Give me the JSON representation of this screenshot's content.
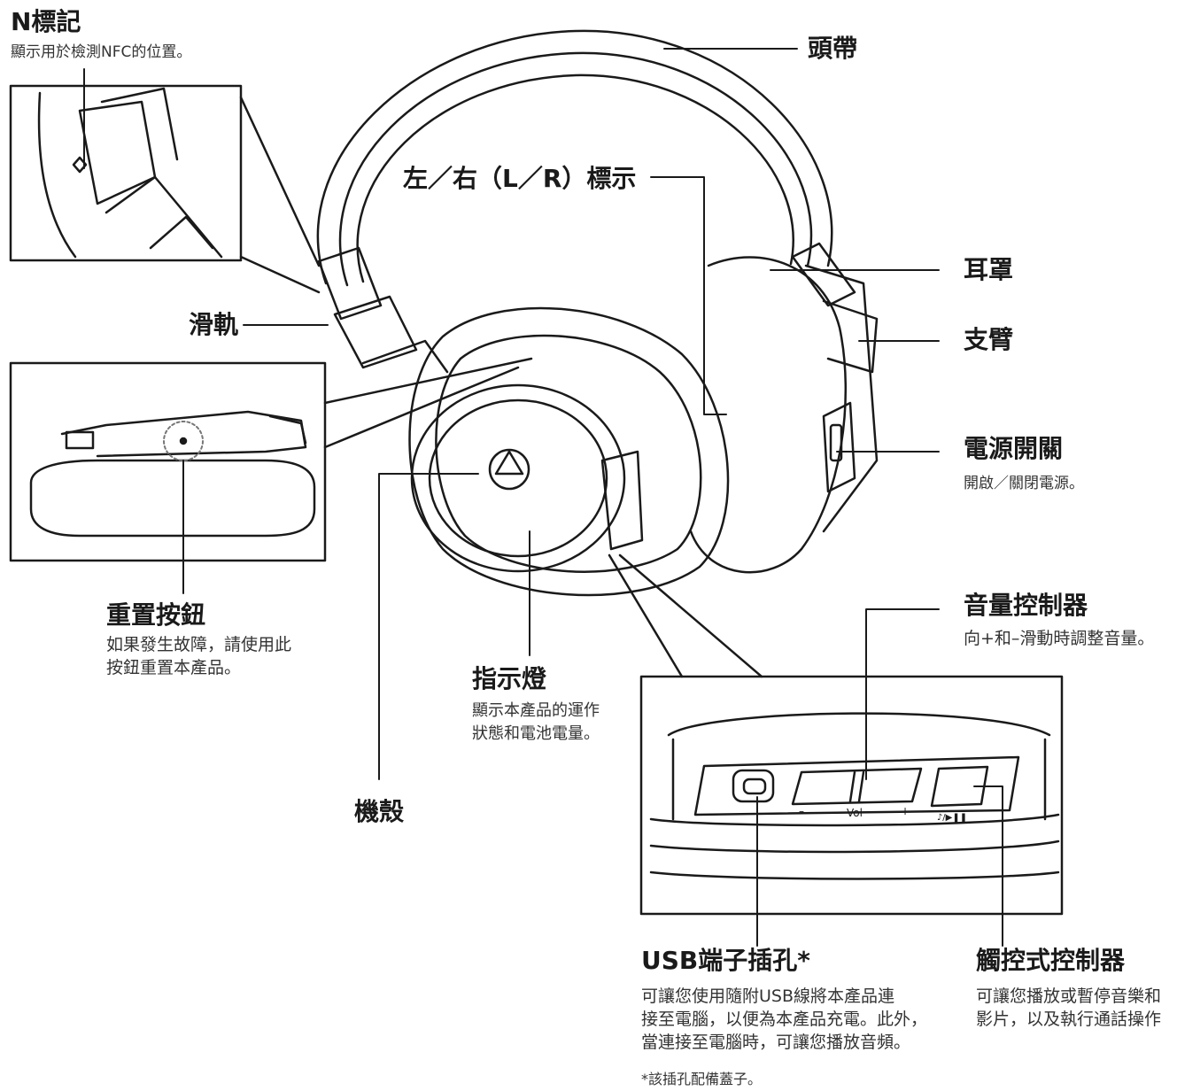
{
  "labels": {
    "n_mark": {
      "title": "N標記",
      "desc": "顯示用於檢測NFC的位置。"
    },
    "headband": {
      "title": "頭帶"
    },
    "lr_indicator": {
      "title": "左／右（L／R）標示"
    },
    "ear_pad": {
      "title": "耳罩"
    },
    "slider": {
      "title": "滑軌"
    },
    "arm": {
      "title": "支臂"
    },
    "power_switch": {
      "title": "電源開關",
      "desc": "開啟／關閉電源。"
    },
    "reset_button": {
      "title": "重置按鈕",
      "desc_lines": [
        "如果發生故障，請使用此",
        "按鈕重置本產品。"
      ]
    },
    "indicator": {
      "title": "指示燈",
      "desc_lines": [
        "顯示本產品的運作",
        "狀態和電池電量。"
      ]
    },
    "volume_control": {
      "title": "音量控制器",
      "desc": "向+和–滑動時調整音量。"
    },
    "housing": {
      "title": "機殼"
    },
    "usb_port": {
      "title": "USB端子插孔*",
      "desc_lines": [
        "可讓您使用隨附USB線將本產品連",
        "接至電腦，以便為本產品充電。此外，",
        "當連接至電腦時，可讓您播放音頻。"
      ],
      "note": "*該插孔配備蓋子。"
    },
    "touch_control": {
      "title": "觸控式控制器",
      "desc_lines": [
        "可讓您播放或暫停音樂和",
        "影片，以及執行通話操作"
      ]
    }
  },
  "panel_text": {
    "minus": "–",
    "vol": "Vol",
    "plus": "+",
    "play": "♪/▶❚❚"
  },
  "colors": {
    "line": "#1a1a1a",
    "dash": "#777777"
  }
}
